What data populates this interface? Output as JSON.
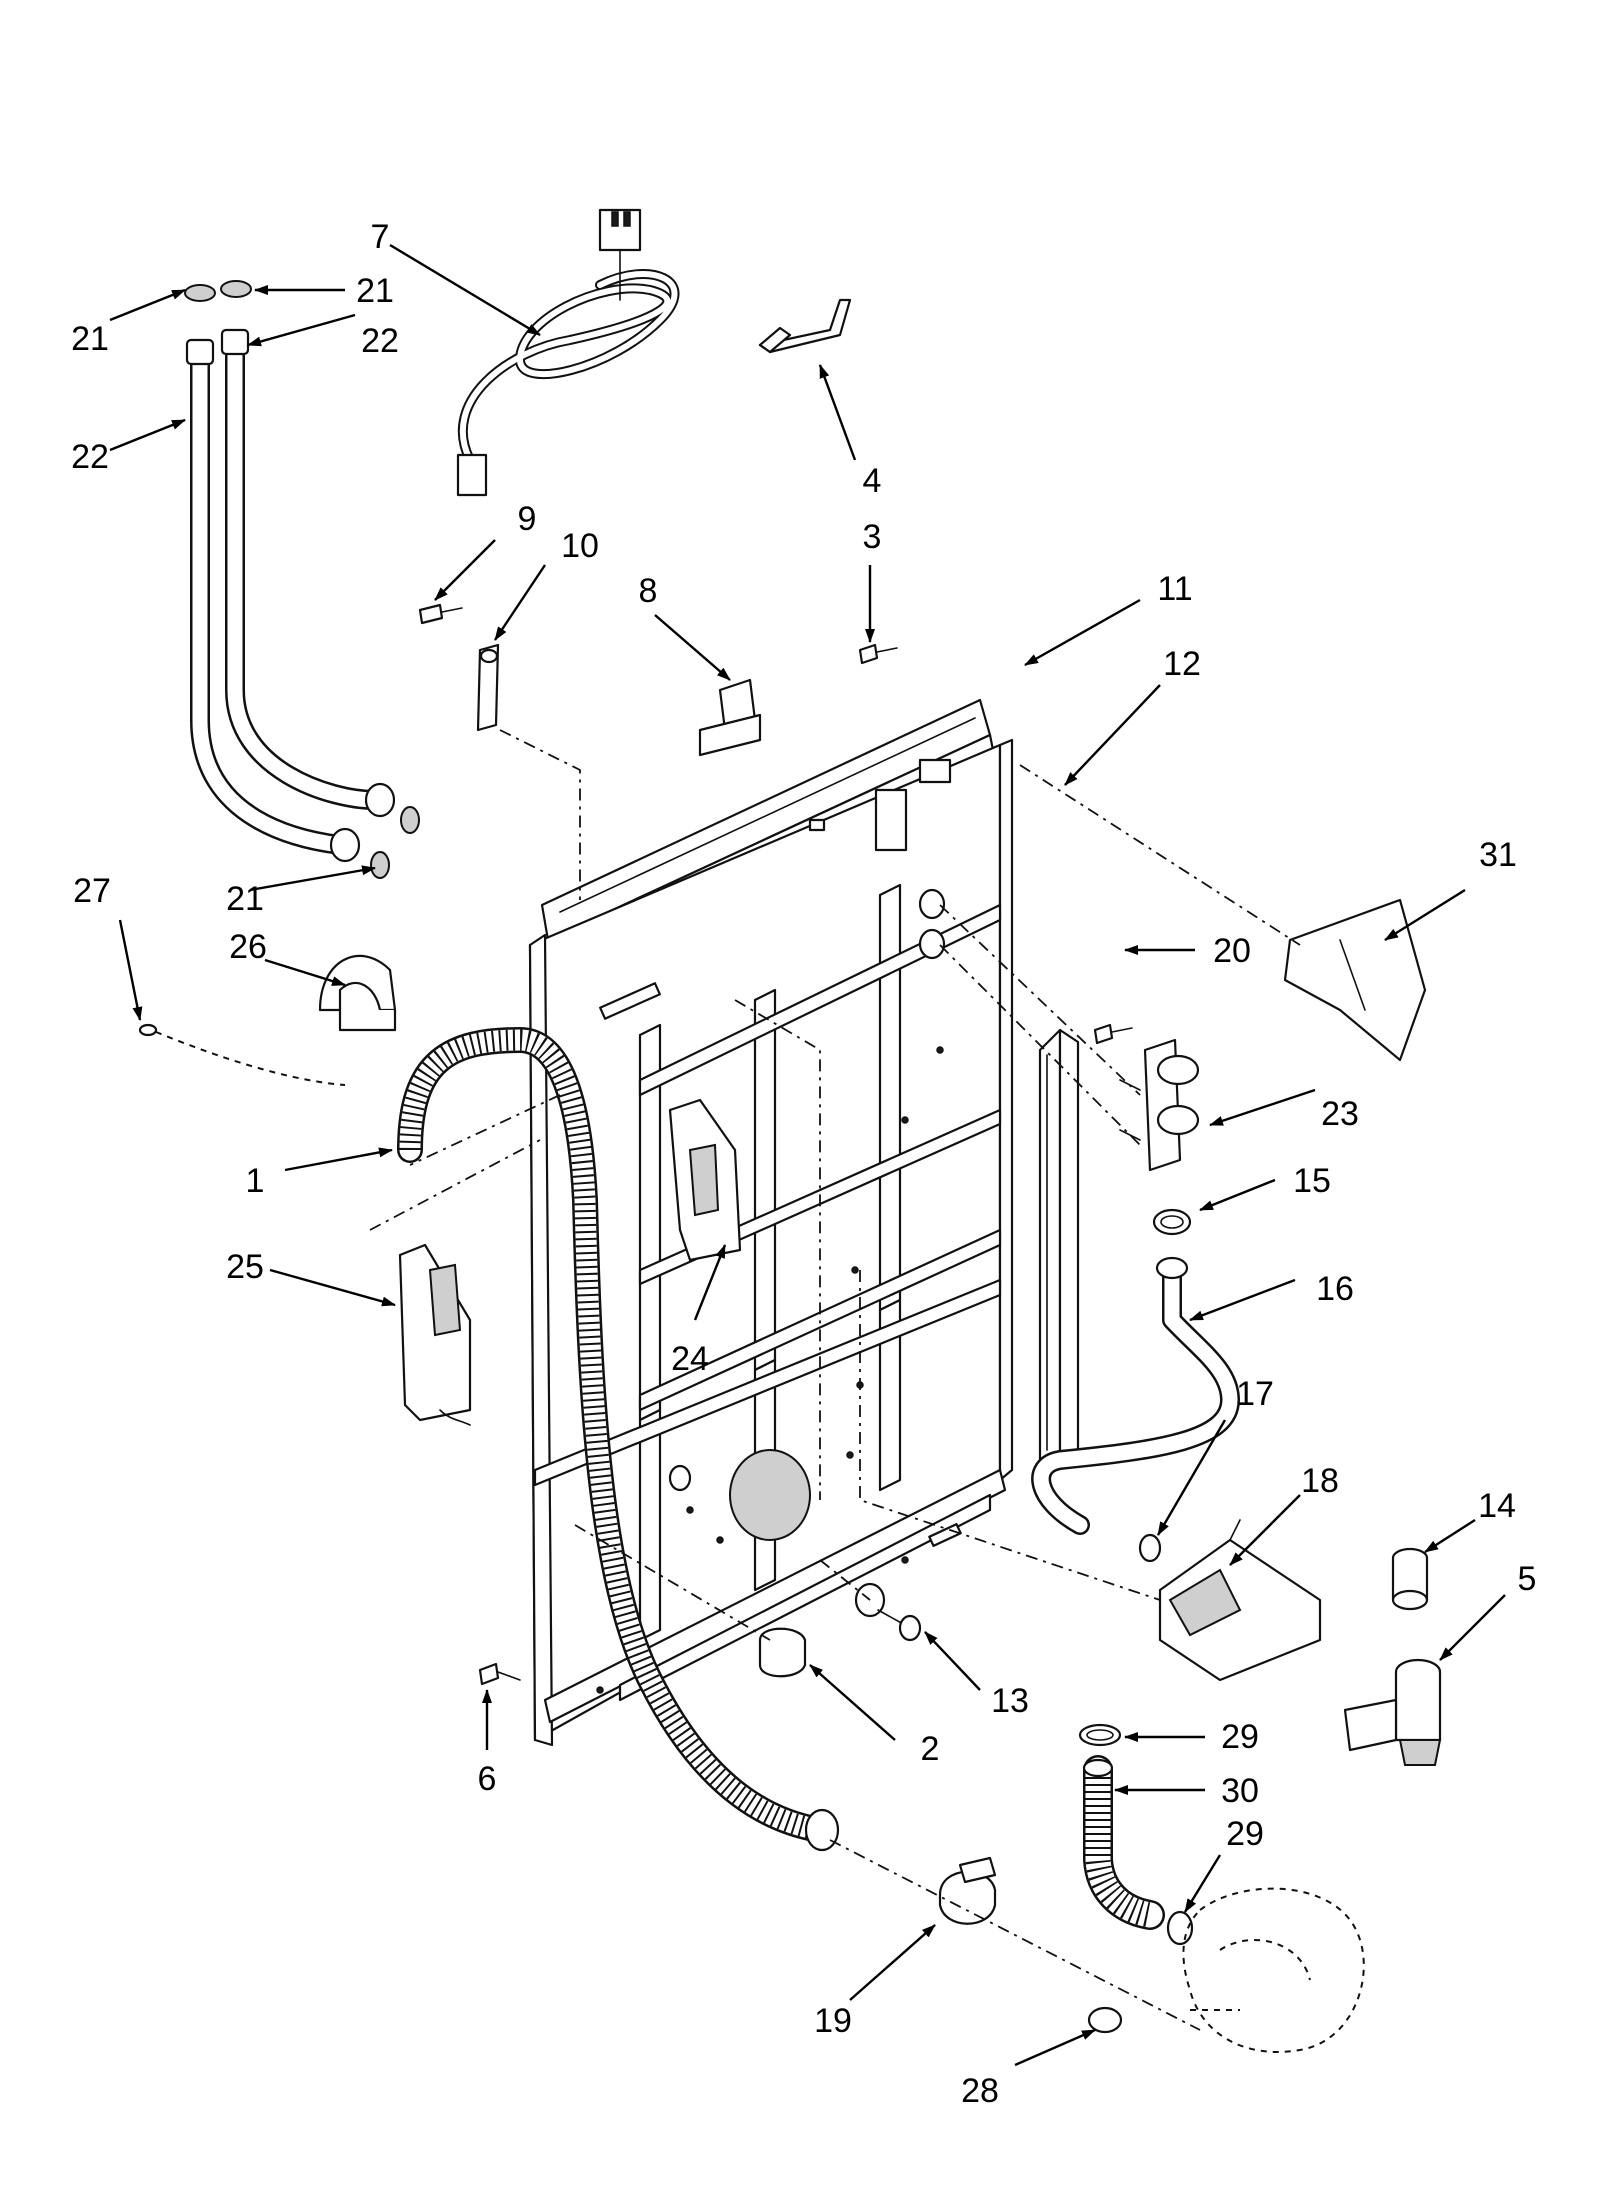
{
  "callouts": {
    "c1": "1",
    "c2": "2",
    "c3": "3",
    "c4": "4",
    "c5": "5",
    "c6": "6",
    "c7": "7",
    "c8": "8",
    "c9": "9",
    "c10": "10",
    "c11": "11",
    "c12": "12",
    "c13": "13",
    "c14": "14",
    "c15": "15",
    "c16": "16",
    "c17": "17",
    "c18": "18",
    "c19": "19",
    "c20": "20",
    "c21a": "21",
    "c21b": "21",
    "c21c": "21",
    "c22a": "22",
    "c22b": "22",
    "c23": "23",
    "c24": "24",
    "c25": "25",
    "c26": "26",
    "c27": "27",
    "c28": "28",
    "c29a": "29",
    "c29b": "29",
    "c30": "30",
    "c31": "31"
  }
}
